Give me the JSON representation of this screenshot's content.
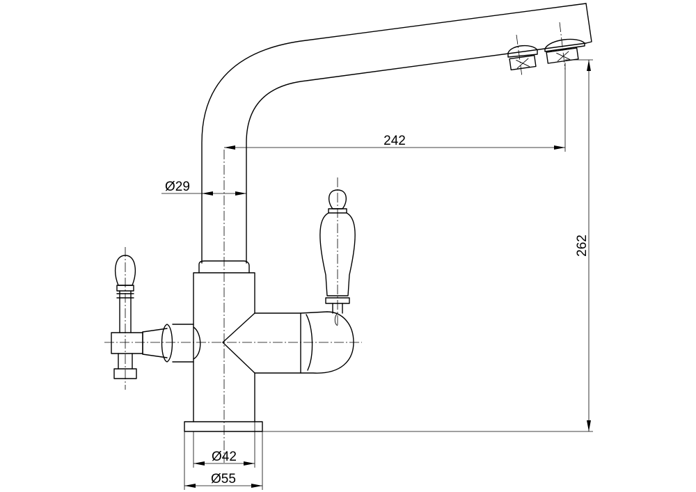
{
  "dimensions": {
    "spout_reach": "242",
    "total_height": "262",
    "spout_diameter": "Ø29",
    "base_inner_diameter": "Ø42",
    "base_outer_diameter": "Ø55"
  }
}
